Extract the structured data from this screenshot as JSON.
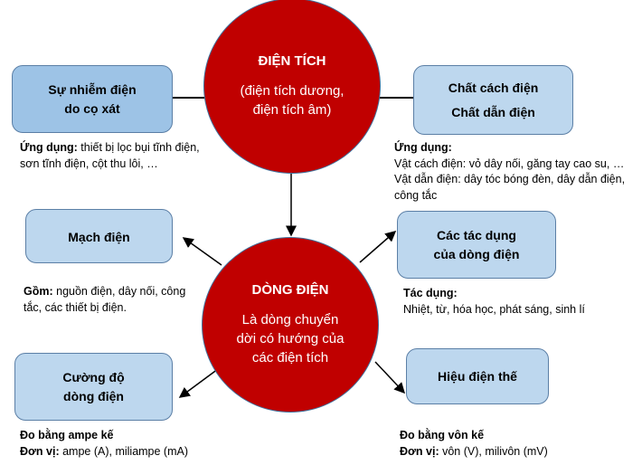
{
  "top_circle": {
    "title": "ĐIỆN TÍCH",
    "text": "(điện tích dương, điện tích âm)"
  },
  "bottom_circle": {
    "title": "DÒNG ĐIỆN",
    "text": "Là dòng chuyển dời có hướng của các điện tích"
  },
  "boxes": {
    "friction": {
      "line1": "Sự nhiễm điện",
      "line2": "do cọ xát"
    },
    "materials": {
      "line1": "Chất cách điện",
      "line2": "Chất dẫn điện"
    },
    "circuit": {
      "line1": "Mạch điện"
    },
    "effects": {
      "line1": "Các tác dụng",
      "line2": "của dòng điện"
    },
    "current": {
      "line1": "Cường độ",
      "line2": "dòng điện"
    },
    "voltage": {
      "line1": "Hiệu điện thế"
    }
  },
  "captions": {
    "friction": {
      "label": "Ứng dụng:",
      "text": " thiết bị lọc bụi tĩnh điện, sơn tĩnh điện, cột thu lôi, …"
    },
    "materials": {
      "label": "Ứng dụng:",
      "line1": "Vật cách điện: vỏ dây nối, găng tay cao su, …",
      "line2": "Vật dẫn điện: dây tóc bóng đèn, dây dẫn điện, công tắc"
    },
    "circuit": {
      "label": "Gồm:",
      "text": " nguồn điện, dây nối, công tắc, các thiết bị điện."
    },
    "effects": {
      "label": "Tác dụng:",
      "text": "Nhiệt, từ, hóa học, phát sáng, sinh lí"
    },
    "current": {
      "line1": "Đo bằng ampe kế",
      "label": "Đơn vị:",
      "text": " ampe (A), miliampe (mA)"
    },
    "voltage": {
      "line1": "Đo bằng vôn kế",
      "label": "Đơn vị:",
      "text": " vôn (V), milivôn (mV)"
    }
  },
  "colors": {
    "circle": "#C00000",
    "box": "#BDD7EE",
    "box_dark": "#9DC3E6"
  }
}
